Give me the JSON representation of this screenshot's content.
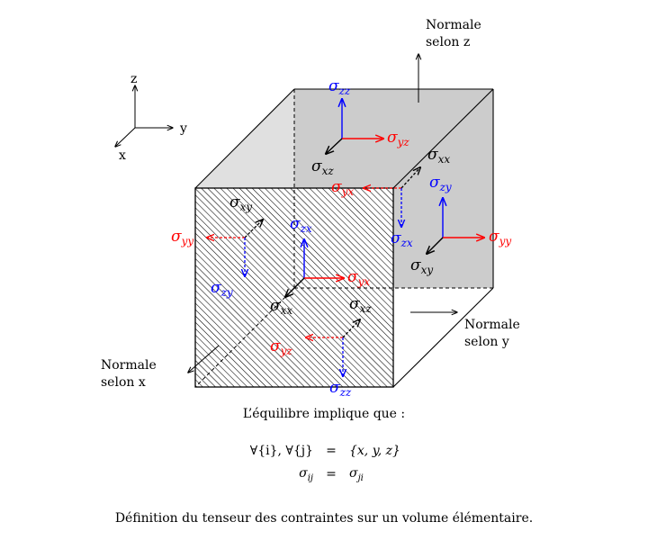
{
  "axes": {
    "z": "z",
    "y": "y",
    "x": "x"
  },
  "normals": {
    "z": [
      "Normale",
      "selon z"
    ],
    "y": [
      "Normale",
      "selon y"
    ],
    "x": [
      "Normale",
      "selon x"
    ]
  },
  "stress": {
    "sigma": "σ",
    "top": {
      "zz": "zz",
      "yz": "yz",
      "xz": "xz"
    },
    "right": {
      "zy": "zy",
      "yy": "yy",
      "xy": "xy"
    },
    "hidden_right": {
      "xx": "xx",
      "yx": "yx",
      "zx": "zx"
    },
    "front": {
      "xy": "xy",
      "yy": "yy",
      "zy": "zy",
      "zx": "zx",
      "yx": "yx",
      "xx": "xx"
    },
    "bottom_hidden": {
      "xz": "xz",
      "yz": "yz",
      "zz": "zz"
    }
  },
  "text": {
    "equilibre": "L’équilibre implique que :",
    "eq1_lhs": "∀{i}, ∀{j}",
    "eq1_op": "=",
    "eq1_rhs": "{x, y, z}",
    "eq2_lhs_base": "σ",
    "eq2_lhs_sub": "ij",
    "eq2_op": "=",
    "eq2_rhs_base": "σ",
    "eq2_rhs_sub": "ji",
    "caption": "Définition du tenseur des contraintes sur un volume élémentaire."
  },
  "colors": {
    "red": "#ff0000",
    "blue": "#0000ff",
    "black": "#000000",
    "face_top": "#e6e6e6",
    "face_right": "#cccccc"
  }
}
